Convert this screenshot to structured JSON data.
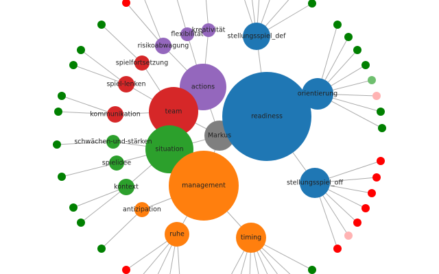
{
  "colors": {
    "blue": "#1f77b4",
    "orange": "#ff7f0e",
    "green": "#2ca02c",
    "red": "#d62728",
    "purple": "#9467bd",
    "gray": "#7f7f7f",
    "leaf_green": "#008000",
    "leaf_red": "#ff0000",
    "leaf_light_green": "#6fbf6f",
    "leaf_pink": "#ffb3b3"
  },
  "nodes": {
    "markus": {
      "label": "Markus",
      "color": "#7f7f7f"
    },
    "readiness": {
      "label": "readiness",
      "color": "#1f77b4"
    },
    "orientierung": {
      "label": "orientierung",
      "color": "#1f77b4",
      "leaves": [
        "#008000",
        "#008000",
        "#008000",
        "#008000",
        "#6fbf6f",
        "#ffb3b3",
        "#008000",
        "#008000"
      ]
    },
    "stellungsspiel_def": {
      "label": "stellungsspiel_def",
      "color": "#1f77b4",
      "leaves": [
        "#008000"
      ]
    },
    "stellungsspiel_off": {
      "label": "stellungsspiel_off",
      "color": "#1f77b4",
      "leaves": [
        "#ff0000",
        "#ff0000",
        "#ff0000",
        "#ff0000",
        "#ff0000",
        "#ffb3b3",
        "#ff0000"
      ]
    },
    "actions": {
      "label": "actions",
      "color": "#9467bd"
    },
    "risikoabwagung": {
      "label": "risikoabwagung",
      "color": "#9467bd",
      "leaves": [
        "#ff0000"
      ]
    },
    "flexibilitaet": {
      "label": "flexibilität",
      "color": "#9467bd"
    },
    "kreativitaet": {
      "label": "kreativität",
      "color": "#9467bd"
    },
    "team": {
      "label": "team",
      "color": "#d62728"
    },
    "spielfortsetzung": {
      "label": "spielfortsetzung",
      "color": "#d62728",
      "leaves": [
        "#008000"
      ]
    },
    "spiel_lenken": {
      "label": "spiel-lenken",
      "color": "#d62728",
      "leaves": [
        "#008000",
        "#008000"
      ]
    },
    "kommunikation": {
      "label": "kommunikation",
      "color": "#d62728",
      "leaves": [
        "#008000",
        "#008000"
      ]
    },
    "situation": {
      "label": "situation",
      "color": "#2ca02c"
    },
    "schwaechen": {
      "label": "schwächen-und-stärken",
      "color": "#2ca02c",
      "leaves": [
        "#008000"
      ]
    },
    "spielidee": {
      "label": "spielidee",
      "color": "#2ca02c",
      "leaves": [
        "#008000"
      ]
    },
    "kontext": {
      "label": "kontext",
      "color": "#2ca02c",
      "leaves": [
        "#008000",
        "#008000"
      ]
    },
    "management": {
      "label": "management",
      "color": "#ff7f0e"
    },
    "antizipation": {
      "label": "antizipation",
      "color": "#ff7f0e",
      "leaves": [
        "#008000"
      ]
    },
    "ruhe": {
      "label": "ruhe",
      "color": "#ff7f0e",
      "leaves": [
        "#ff0000"
      ]
    },
    "timing": {
      "label": "timing",
      "color": "#ff7f0e",
      "leaves": [
        "#008000"
      ]
    }
  }
}
